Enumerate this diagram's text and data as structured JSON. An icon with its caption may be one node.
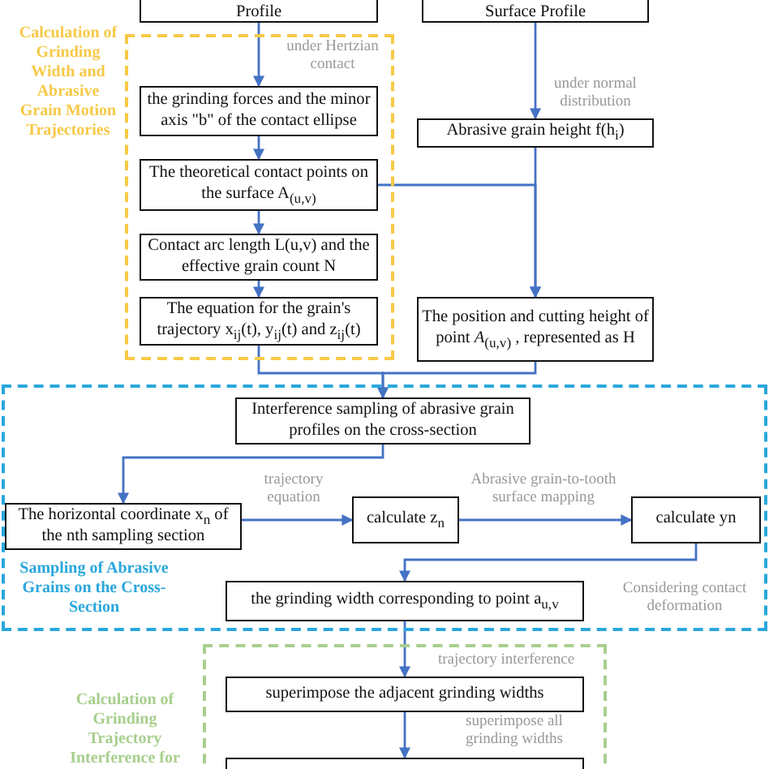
{
  "diagram": {
    "nodes": [
      {
        "text": [
          "Profile"
        ]
      },
      {
        "text": [
          "Surface Profile"
        ]
      },
      {
        "text": [
          "Calculation of Grinding Width and Abrasive Grain Motion Trajectories"
        ]
      },
      {
        "text": [
          "the grinding forces and the minor axis \"b\" of the contact ellipse"
        ],
        "in": 2
      },
      {
        "text": [
          "The theoretical contact points on the surface A$_{(u,v)}$"
        ],
        "in": 2
      },
      {
        "text": [
          "Contact arc length L(u,v) and the effective grain count N"
        ],
        "in": 2
      },
      {
        "text": [
          "The equation for the grain's trajectory x$_{ij}$(t), y$_{ij}$(t) and z$_{ij}$(t)"
        ],
        "in": 2
      },
      {
        "text": [
          "Abrasive grain height  f(h$_{i}$)"
        ]
      },
      {
        "text": [
          "The position and cutting height of point  *A*$_{(u,v)}$ , represented as H"
        ]
      },
      {
        "text": [
          "Sampling of Abrasive Grains on the Cross-Section"
        ]
      },
      {
        "text": [
          "Interference sampling of abrasive grain profiles on the cross-section"
        ],
        "in": 9
      },
      {
        "text": [
          "The horizontal coordinate x$_{n}$ of the nth sampling section"
        ],
        "in": 9
      },
      {
        "text": [
          "calculate z$_{n}$"
        ],
        "in": 9
      },
      {
        "text": [
          "calculate yn"
        ],
        "in": 9
      },
      {
        "text": [
          "the grinding width corresponding to point a$_{u,v}$"
        ],
        "in": 9
      },
      {
        "text": [
          "Calculation of Grinding Trajectory Interference for"
        ]
      },
      {
        "text": [
          "superimpose the adjacent grinding widths"
        ],
        "in": 15
      },
      {
        "text": [],
        "shape": "box",
        "in": 15
      }
    ],
    "edges": [
      {
        "from": 0,
        "to": 3,
        "arrow": "to",
        "label": "under Hertzian contact"
      },
      {
        "from": 1,
        "to": 7,
        "arrow": "to",
        "label": "under normal distribution"
      },
      {
        "from": 3,
        "to": 4,
        "arrow": "to"
      },
      {
        "from": 4,
        "to": 5,
        "arrow": "to"
      },
      {
        "from": 5,
        "to": 6,
        "arrow": "to"
      },
      {
        "from": 4,
        "to": 8,
        "arrow": "to"
      },
      {
        "from": 7,
        "to": 8,
        "arrow": "to"
      },
      {
        "from": 6,
        "to": 10,
        "arrow": "to"
      },
      {
        "from": 8,
        "to": 10,
        "arrow": "to"
      },
      {
        "from": 10,
        "to": 11,
        "arrow": "to"
      },
      {
        "from": 11,
        "to": 12,
        "arrow": "to",
        "label": "trajectory equation"
      },
      {
        "from": 12,
        "to": 13,
        "arrow": "to",
        "label": "Abrasive grain-to-tooth surface mapping"
      },
      {
        "from": 13,
        "to": 14,
        "arrow": "to"
      },
      {
        "from": 14,
        "to": 16,
        "arrow": "to",
        "label": "trajectory interference"
      },
      {
        "from": 16,
        "to": 17,
        "arrow": "to",
        "label": "superimpose all grinding widths"
      }
    ],
    "labels": [
      "Considering contact deformation"
    ]
  }
}
